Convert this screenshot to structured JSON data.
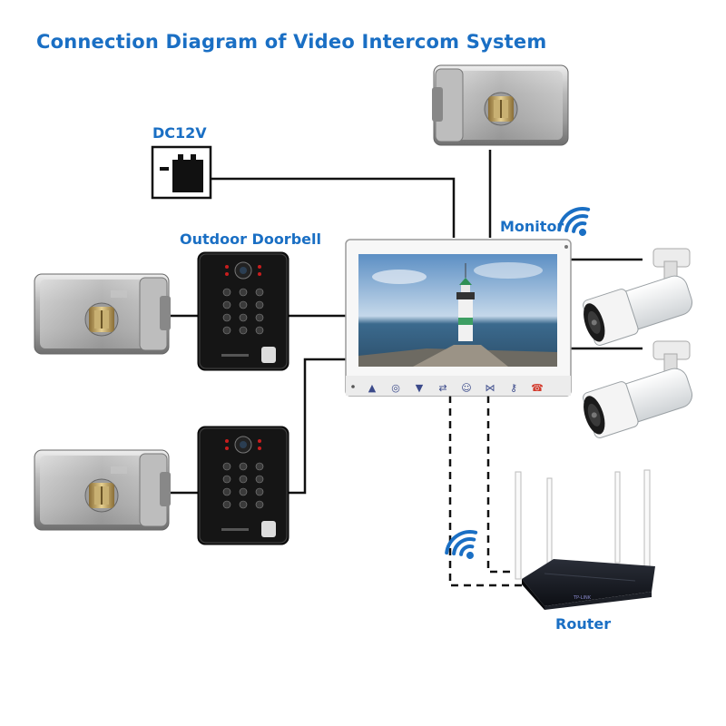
{
  "title": "Connection Diagram of Video Intercom System",
  "labels": {
    "power": "DC12V",
    "doorbell": "Outdoor Doorbell",
    "monitor": "Monitor",
    "router": "Router"
  },
  "monitor_buttons": [
    "up-icon",
    "home-icon",
    "down-icon",
    "transfer-icon",
    "user-icon",
    "gate-icon",
    "key-icon",
    "hangup-icon"
  ],
  "colors": {
    "title": "#1a6fc4",
    "wire": "#111111",
    "wifi": "#1a6fc4",
    "hangup": "#d33a2c"
  }
}
